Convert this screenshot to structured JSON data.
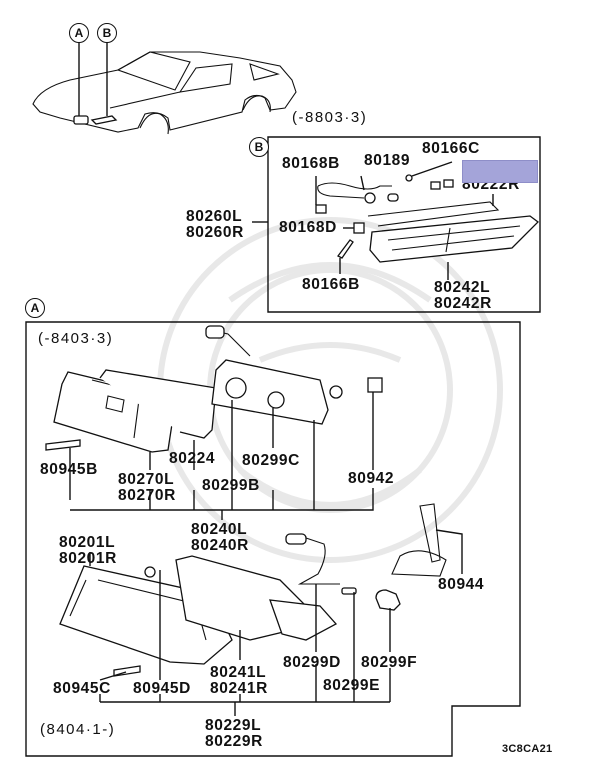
{
  "diagram": {
    "callouts": {
      "a": "A",
      "b": "B"
    },
    "drawing_code": "3C8CA21",
    "section_b": {
      "date_range": "(-8803·3)",
      "parts": {
        "p80168B": "80168B",
        "p80189": "80189",
        "p80166C": "80166C",
        "p80222R": "80222R",
        "p80260L": "80260L",
        "p80260R": "80260R",
        "p80168D": "80168D",
        "p80166B": "80166B",
        "p80242L": "80242L",
        "p80242R": "80242R"
      },
      "redacted_label_color": "#a4a4d9"
    },
    "section_a": {
      "date_range_top": "(-8403·3)",
      "date_range_bottom": "(8404·1-)",
      "parts": {
        "p80945B": "80945B",
        "p80270L": "80270L",
        "p80270R": "80270R",
        "p80224": "80224",
        "p80299C": "80299C",
        "p80299B": "80299B",
        "p80942": "80942",
        "p80240L": "80240L",
        "p80240R": "80240R",
        "p80201L": "80201L",
        "p80201R": "80201R",
        "p80944": "80944",
        "p80945C": "80945C",
        "p80945D": "80945D",
        "p80241L": "80241L",
        "p80241R": "80241R",
        "p80299D": "80299D",
        "p80299F": "80299F",
        "p80299E": "80299E",
        "p80229L": "80229L",
        "p80229R": "80229R"
      }
    }
  }
}
